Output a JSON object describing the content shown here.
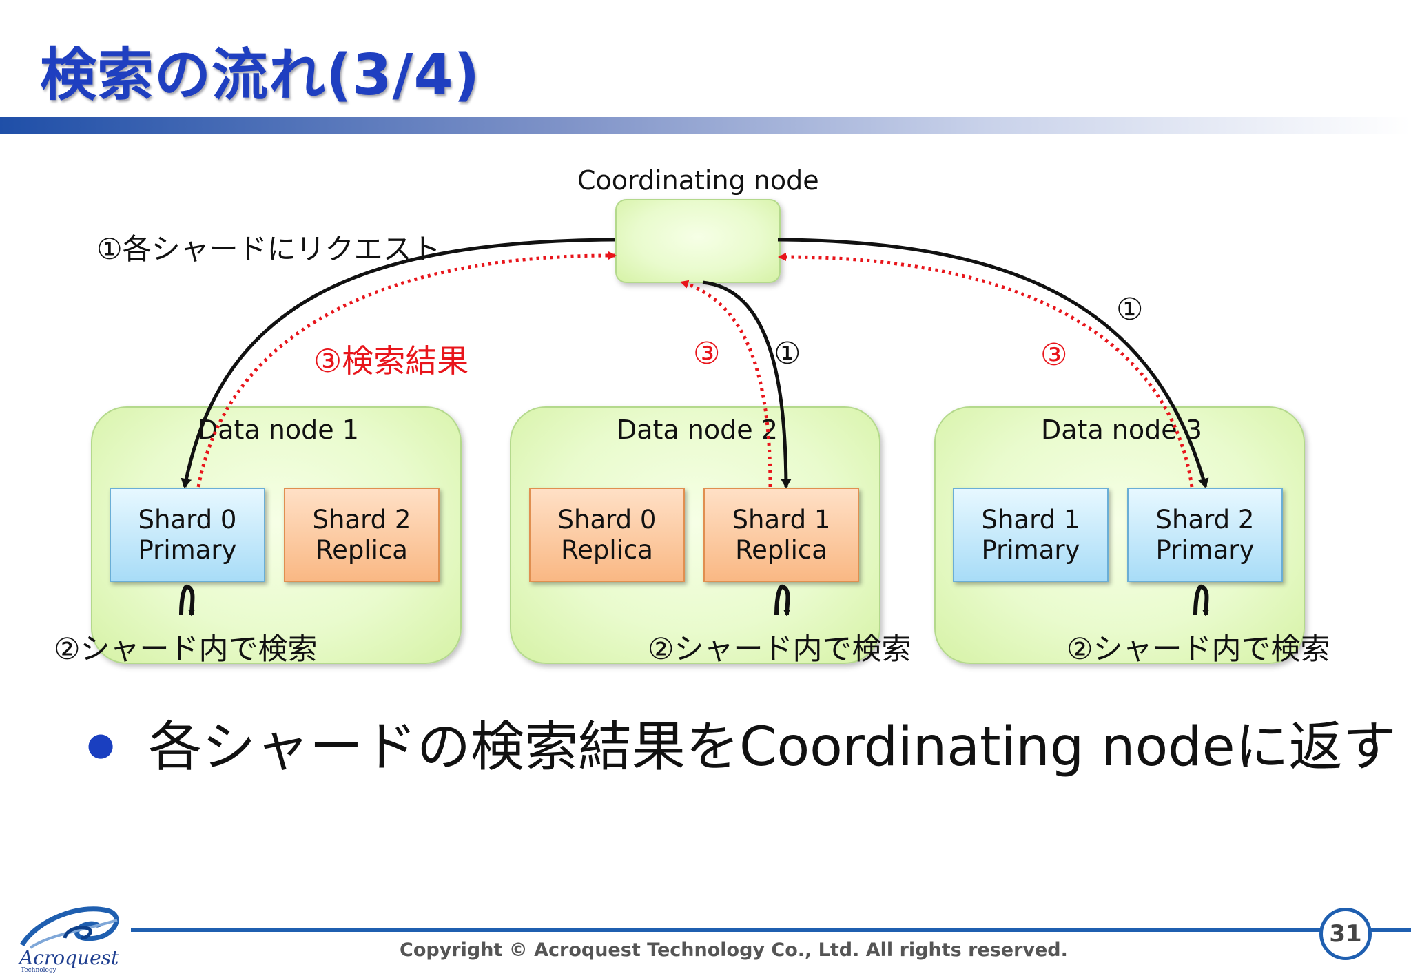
{
  "title": "検索の流れ(3/4)",
  "coordinating_node": {
    "label": "Coordinating node"
  },
  "data_nodes": [
    {
      "label": "Data node 1",
      "shards": [
        {
          "line1": "Shard 0",
          "line2": "Primary",
          "kind": "primary"
        },
        {
          "line1": "Shard 2",
          "line2": "Replica",
          "kind": "replica"
        }
      ],
      "search_label": "②シャード内で検索"
    },
    {
      "label": "Data node 2",
      "shards": [
        {
          "line1": "Shard 0",
          "line2": "Replica",
          "kind": "replica"
        },
        {
          "line1": "Shard 1",
          "line2": "Replica",
          "kind": "replica"
        }
      ],
      "search_label": "②シャード内で検索"
    },
    {
      "label": "Data node 3",
      "shards": [
        {
          "line1": "Shard 1",
          "line2": "Primary",
          "kind": "primary"
        },
        {
          "line1": "Shard 2",
          "line2": "Primary",
          "kind": "primary"
        }
      ],
      "search_label": "②シャード内で検索"
    }
  ],
  "annotations": {
    "request_all": "①各シャードにリクエスト",
    "result_1": "③検索結果",
    "result_2": "③",
    "request_2": "①",
    "request_3": "①",
    "result_3": "③"
  },
  "bullet": "各シャードの検索結果をCoordinating nodeに返す",
  "footer": {
    "copyright": "Copyright © Acroquest Technology Co., Ltd. All rights reserved.",
    "page_number": "31",
    "logo_text": "Acroquest",
    "logo_subtext": "Technology"
  },
  "colors": {
    "title": "#1f3fc0",
    "request_arrow": "#111111",
    "result_arrow": "#e8151b",
    "node_fill": "#e9fbcd",
    "primary_fill": "#a8dcf7",
    "replica_fill": "#f9b884"
  }
}
